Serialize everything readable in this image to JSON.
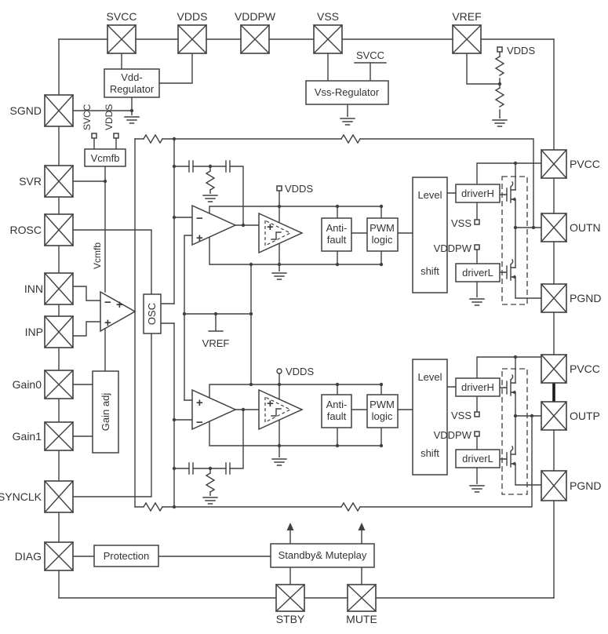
{
  "pins": {
    "top": [
      "SVCC",
      "VDDS",
      "VDDPW",
      "VSS",
      "VREF"
    ],
    "left": [
      "SGND",
      "SVR",
      "ROSC",
      "INN",
      "INP",
      "Gain0",
      "Gain1",
      "SYNCLK",
      "DIAG"
    ],
    "right": [
      "PVCC",
      "OUTN",
      "PGND",
      "PVCC",
      "OUTP",
      "PGND"
    ],
    "bottom": [
      "STBY",
      "MUTE"
    ]
  },
  "blocks": {
    "vdd_regulator": {
      "line1": "Vdd-",
      "line2": "Regulator"
    },
    "vss_regulator": "Vss-Regulator",
    "vcmfb": "Vcmfb",
    "osc": "OSC",
    "gain_adj": "Gain adj",
    "anti_fault": {
      "line1": "Anti-",
      "line2": "fault"
    },
    "pwm_logic": {
      "line1": "PWM",
      "line2": "logic"
    },
    "level_shift": {
      "line1": "Level",
      "line2": "shift"
    },
    "driver_h": "driverH",
    "driver_l": "driverL",
    "protection": "Protection",
    "standby_mute": "Standby& Muteplay"
  },
  "nets": {
    "svcc": "SVCC",
    "vdds": "VDDS",
    "vss": "VSS",
    "vddpw": "VDDPW",
    "vref": "VREF",
    "vcmfb": "Vcmfb"
  },
  "opamp": {
    "plus": "+",
    "minus": "−"
  }
}
